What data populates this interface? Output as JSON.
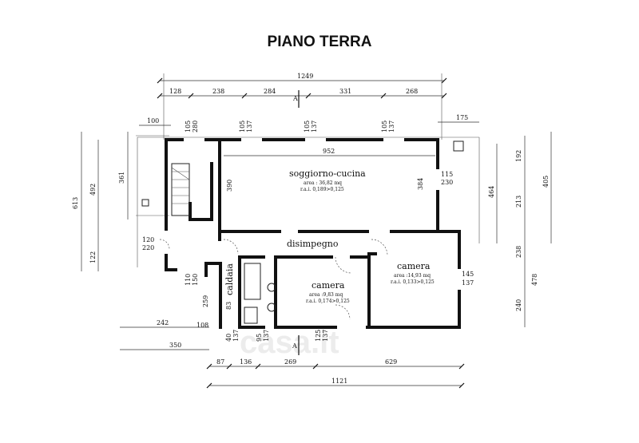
{
  "title": "PIANO TERRA",
  "watermark": "casa.it",
  "rooms": {
    "soggiorno": {
      "name": "soggiorno-cucina",
      "area": "area : 36,82 mq",
      "rai": "r.a.i. 0,189>0,125"
    },
    "disimpegno": {
      "name": "disimpegno"
    },
    "camera1": {
      "name": "camera",
      "area": "area :14,93 mq",
      "rai": "r.a.i. 0,133>0,125"
    },
    "camera2": {
      "name": "camera",
      "area": "area :9,83 mq",
      "rai": "r.a.i. 0,174>0,125"
    },
    "caldaia": {
      "name": "caldaia"
    }
  },
  "section_marker": "A",
  "dimensions": {
    "top_total": "1249",
    "top_segments": [
      "128",
      "238",
      "284",
      "331",
      "268"
    ],
    "bottom_total": "1121",
    "bottom_segments": [
      "87",
      "136",
      "269",
      "629"
    ],
    "bottom_left_a": "242",
    "bottom_left_b": "108",
    "bottom_left_c": "350",
    "left_outer": "613",
    "left_mid": "492",
    "left_low": "122",
    "left_inner": "361",
    "right_outer": "405",
    "right_192": "192",
    "right_213": "213",
    "right_238": "238",
    "right_478": "478",
    "right_240": "240",
    "right_464": "464",
    "top_left_100": "100",
    "top_right_175": "175",
    "width_952": "952",
    "height_390": "390",
    "height_384": "384",
    "h259": "259",
    "h83": "83",
    "windows": [
      {
        "w": "105",
        "h": "280"
      },
      {
        "w": "105",
        "h": "137"
      },
      {
        "w": "105",
        "h": "137"
      },
      {
        "w": "105",
        "h": "137"
      }
    ],
    "door_120": "120",
    "door_220": "220",
    "door_110": "110",
    "door_150": "150",
    "win_115": "115",
    "win_230": "230",
    "win_145": "145",
    "win_137": "137",
    "low_40": "40",
    "low_137a": "137",
    "low_95": "95",
    "low_137b": "137",
    "low_125": "125",
    "low_137c": "137"
  }
}
